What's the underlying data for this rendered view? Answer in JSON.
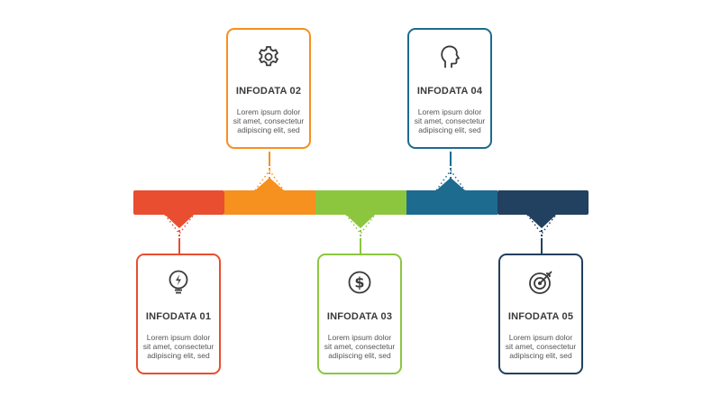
{
  "colors": {
    "step1": "#e84e2f",
    "step2": "#f6901e",
    "step3": "#8cc63f",
    "step4": "#1d6b8f",
    "step5": "#22405f"
  },
  "steps": [
    {
      "title": "INFODATA 01",
      "icon": "lightbulb-icon",
      "body": [
        "Lorem ipsum dolor",
        "sit amet, consectetur",
        "adipiscing elit, sed"
      ]
    },
    {
      "title": "INFODATA 02",
      "icon": "gear-icon",
      "body": [
        "Lorem ipsum dolor",
        "sit amet, consectetur",
        "adipiscing elit, sed"
      ]
    },
    {
      "title": "INFODATA 03",
      "icon": "dollar-icon",
      "body": [
        "Lorem ipsum dolor",
        "sit amet, consectetur",
        "adipiscing elit, sed"
      ]
    },
    {
      "title": "INFODATA 04",
      "icon": "head-icon",
      "body": [
        "Lorem ipsum dolor",
        "sit amet, consectetur",
        "adipiscing elit, sed"
      ]
    },
    {
      "title": "INFODATA 05",
      "icon": "target-icon",
      "body": [
        "Lorem ipsum dolor",
        "sit amet, consectetur",
        "adipiscing elit, sed"
      ]
    }
  ]
}
